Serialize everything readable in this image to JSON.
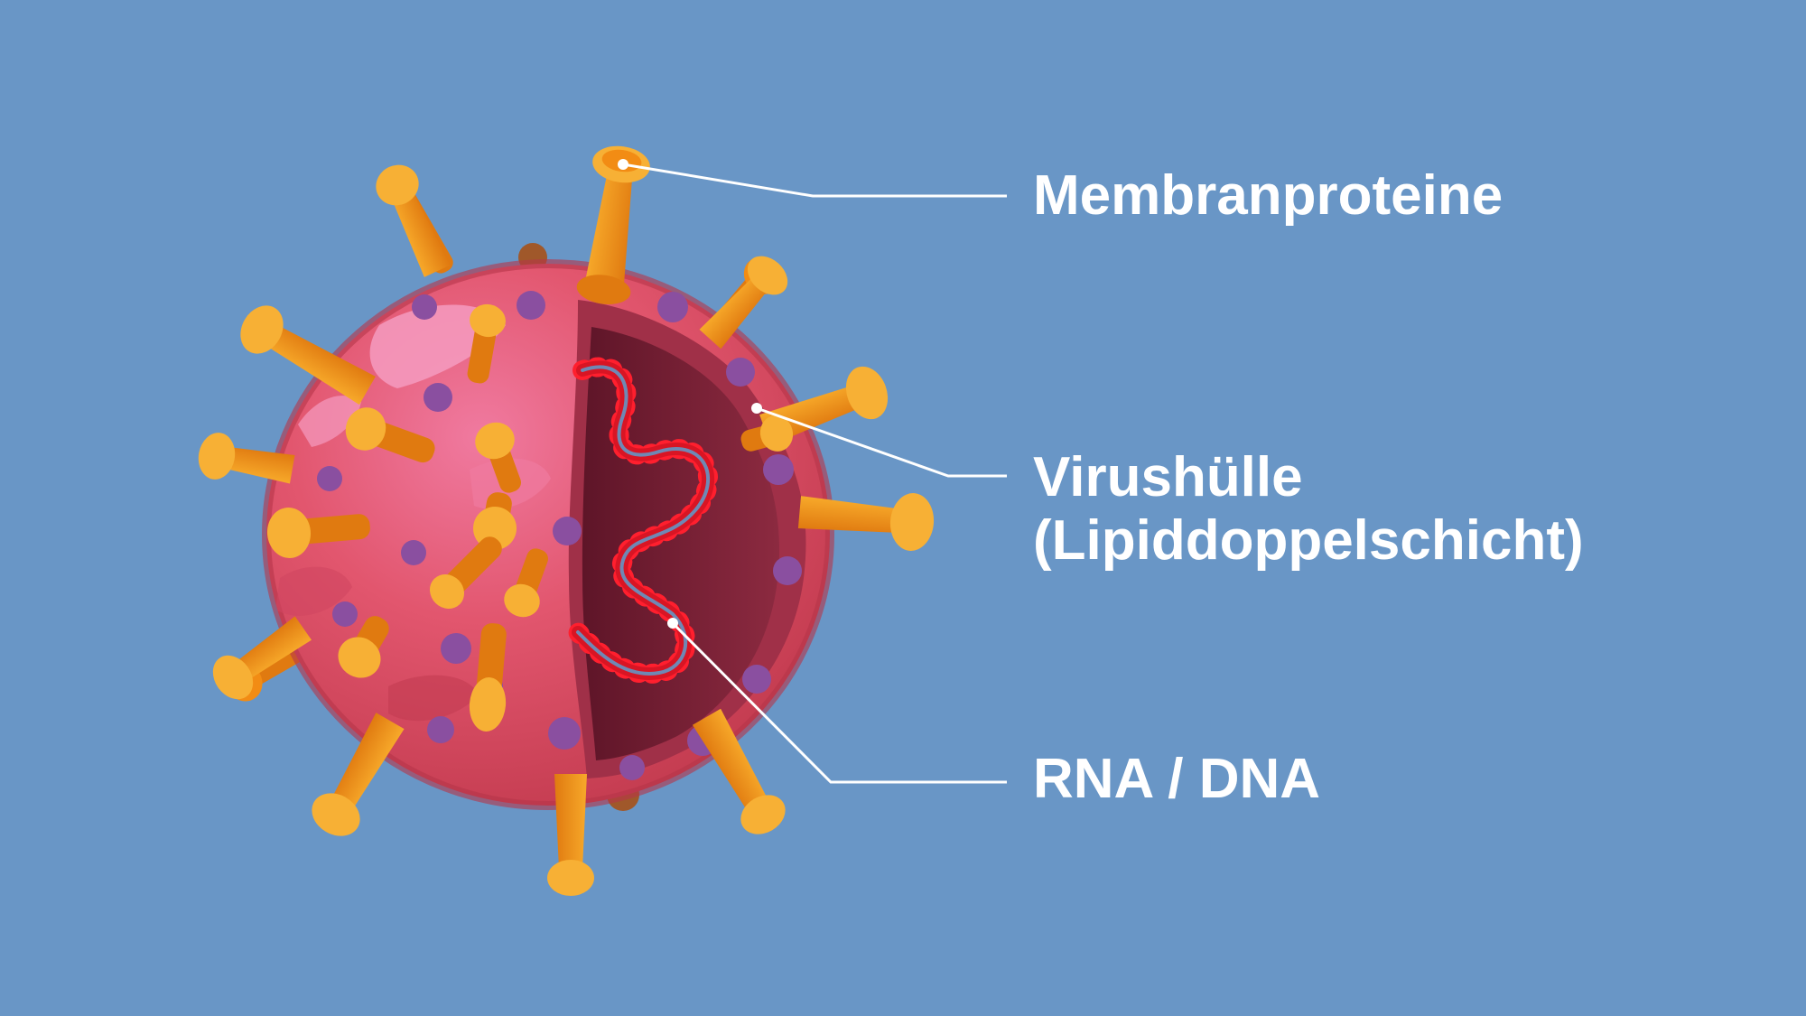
{
  "colors": {
    "background": "#6996c6",
    "label_text": "#ffffff",
    "virus_body": "#e2566e",
    "virus_highlight": "#ee7da2",
    "virus_interior": "#7a1f34",
    "spike": "#f28c14",
    "spike_light": "#f7b035",
    "membrane_dot": "#8a4fa0",
    "genome_strand": "#ff1f2e",
    "genome_core": "#6f88b4"
  },
  "labels": {
    "membrane_proteins": "Membranproteine",
    "envelope_line1": "Virushülle",
    "envelope_line2": "(Lipiddoppelschicht)",
    "genome": "RNA / DNA"
  }
}
